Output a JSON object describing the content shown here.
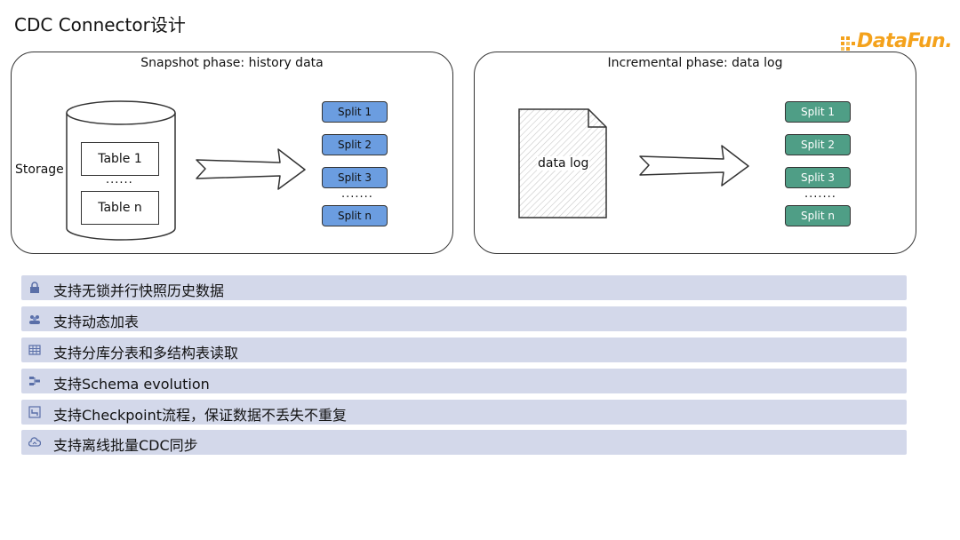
{
  "page": {
    "title": "CDC Connector设计"
  },
  "logo": {
    "text": "DataFun."
  },
  "snapshot": {
    "title": "Snapshot phase: history data",
    "storage_label": "Storage",
    "table_1": "Table 1",
    "table_dots": "......",
    "table_n": "Table n",
    "splits": [
      "Split 1",
      "Split 2",
      "Split 3",
      "Split n"
    ],
    "split_dots": "......."
  },
  "incremental": {
    "title": "Incremental phase: data log",
    "doc_label": "data log",
    "splits": [
      "Split 1",
      "Split 2",
      "Split 3",
      "Split n"
    ],
    "split_dots": "......."
  },
  "features": [
    {
      "icon": "lock-icon",
      "text": "支持无锁并行快照历史数据"
    },
    {
      "icon": "group-icon",
      "text": "支持动态加表"
    },
    {
      "icon": "table-icon",
      "text": "支持分库分表和多结构表读取"
    },
    {
      "icon": "schema-icon",
      "text": "支持Schema evolution"
    },
    {
      "icon": "checkpoint-icon",
      "text": "支持Checkpoint流程，保证数据不丢失不重复"
    },
    {
      "icon": "cloud-icon",
      "text": "支持离线批量CDC同步"
    }
  ],
  "colors": {
    "split_blue": "#6b9de0",
    "split_green": "#4f9e86",
    "feature_bg": "#d3d8ea",
    "logo": "#f4a21c"
  }
}
